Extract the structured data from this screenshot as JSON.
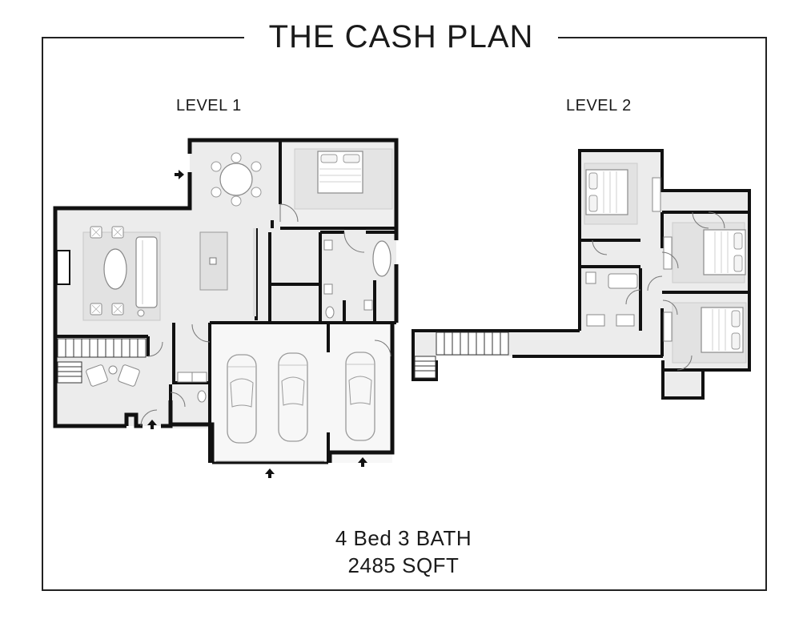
{
  "title": "THE CASH PLAN",
  "levels": [
    {
      "label": "LEVEL 1"
    },
    {
      "label": "LEVEL 2"
    }
  ],
  "summary": {
    "line1": "4 Bed 3 BATH",
    "line2": "2485 SQFT"
  },
  "colors": {
    "wall": "#111111",
    "floor": "#ececec",
    "furniture_stroke": "#8a8a8a",
    "frame": "#222222"
  },
  "icons": [
    "entry-arrow-icon",
    "bed-icon",
    "dining-table-icon",
    "car-icon",
    "stairs-icon",
    "sofa-icon"
  ]
}
